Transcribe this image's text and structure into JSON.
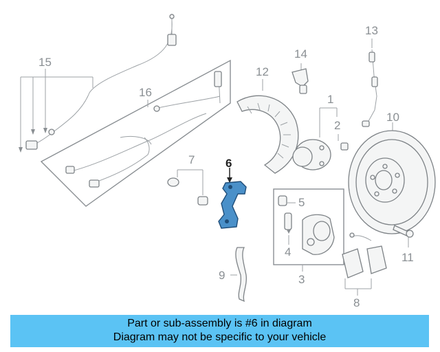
{
  "callouts": {
    "c1": "1",
    "c2": "2",
    "c3": "3",
    "c4": "4",
    "c5": "5",
    "c6": "6",
    "c7": "7",
    "c8": "8",
    "c9": "9",
    "c10": "10",
    "c11": "11",
    "c12": "12",
    "c13": "13",
    "c14": "14",
    "c15": "15",
    "c16": "16"
  },
  "highlight_color": "#4a90c9",
  "banner": {
    "line1": "Part or sub-assembly is #6 in diagram",
    "line2": "Diagram may not be specific to your vehicle",
    "color": "#5bc3f4"
  }
}
